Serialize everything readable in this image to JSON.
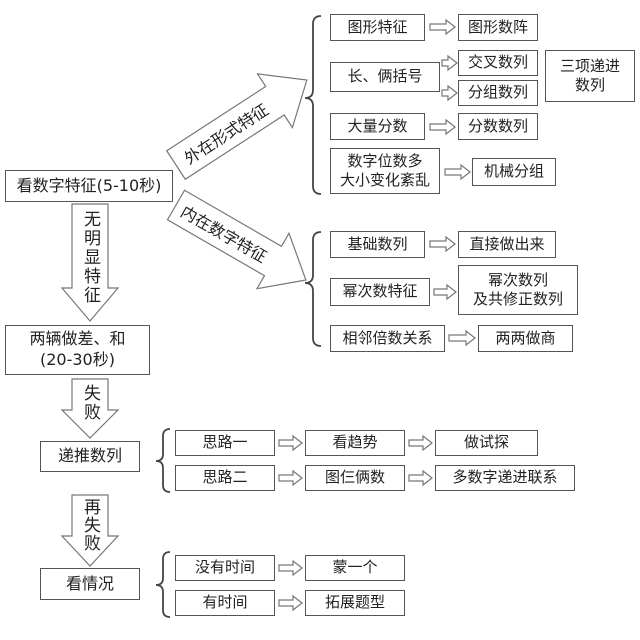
{
  "start_box": "看数字特征(5-10秒)",
  "external_branch": "外在形式特征",
  "internal_branch": "内在数字特征",
  "external": {
    "graphic": {
      "feature": "图形特征",
      "result": "图形数阵"
    },
    "brackets": {
      "feature": "长、俩括号",
      "result_cross": "交叉数列",
      "result_group": "分组数列",
      "combined": [
        "三项递进",
        "数列"
      ]
    },
    "fractions": {
      "feature": "大量分数",
      "result": "分数数列"
    },
    "digits": {
      "feature": [
        "数字位数多",
        "大小变化紊乱"
      ],
      "result": "机械分组"
    }
  },
  "internal": {
    "basic": {
      "feature": "基础数列",
      "result": "直接做出来"
    },
    "power": {
      "feature": "幂次数特征",
      "result": [
        "幂次数列",
        "及共修正数列"
      ]
    },
    "multiple": {
      "feature": "相邻倍数关系",
      "result": "两两做商"
    }
  },
  "no_feature": "无明显特征",
  "diff_sum": [
    "两辆做差、和",
    "(20-30秒)"
  ],
  "fail_1": "失败",
  "recursive": {
    "label": "递推数列",
    "idea_1": {
      "name": "思路一",
      "step": "看趋势",
      "action": "做试探"
    },
    "idea_2": {
      "name": "思路二",
      "step": "图仨俩数",
      "action": "多数字递进联系"
    }
  },
  "fail_2": "再失败",
  "situation": {
    "label": "看情况",
    "no_time": {
      "name": "没有时间",
      "action": "蒙一个"
    },
    "has_time": {
      "name": "有时间",
      "action": "拓展题型"
    }
  }
}
